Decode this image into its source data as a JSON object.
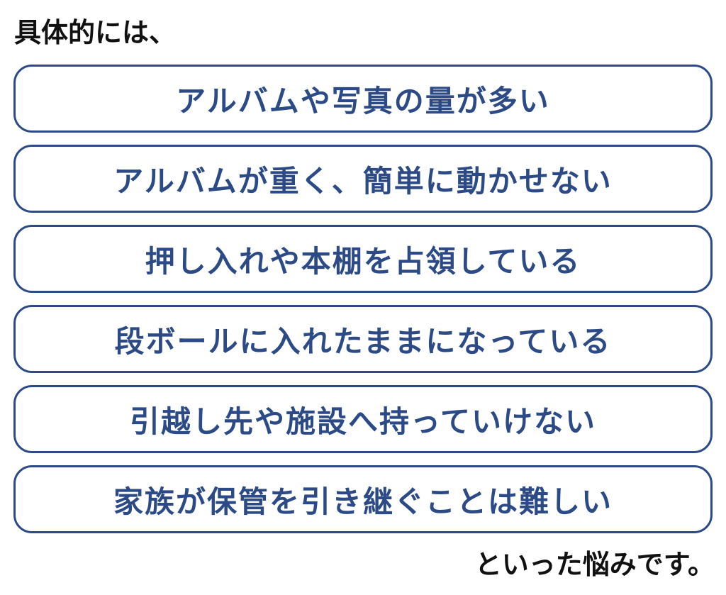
{
  "intro_text": "具体的には、",
  "items": [
    "アルバムや写真の量が多い",
    "アルバムが重く、簡単に動かせない",
    "押し入れや本棚を占領している",
    "段ボールに入れたままになっている",
    "引越し先や施設へ持っていけない",
    "家族が保管を引き継ぐことは難しい"
  ],
  "outro_text": "といった悩みです。",
  "colors": {
    "accent": "#2c4a86",
    "text": "#111111",
    "background": "#ffffff"
  }
}
